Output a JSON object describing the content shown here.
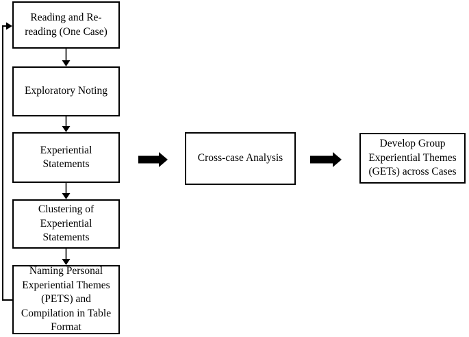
{
  "diagram": {
    "colors": {
      "background": "#ffffff",
      "line": "#000000",
      "box_fill": "#ffffff"
    },
    "steps": [
      {
        "id": "reading-rereading",
        "label": "Reading and Re-\nreading (One Case)"
      },
      {
        "id": "exploratory-noting",
        "label": "Exploratory Noting"
      },
      {
        "id": "experiential-statements",
        "label": "Experiential\nStatements"
      },
      {
        "id": "clustering",
        "label": "Clustering of\nExperiential\nStatements"
      },
      {
        "id": "naming-pets",
        "label": "Naming Personal\nExperiential Themes\n(PETS) and\nCompilation in Table\nFormat"
      }
    ],
    "cross_case": {
      "label": "Cross-case Analysis"
    },
    "group_themes": {
      "label": "Develop Group\nExperiential Themes\n(GETs) across Cases"
    }
  }
}
